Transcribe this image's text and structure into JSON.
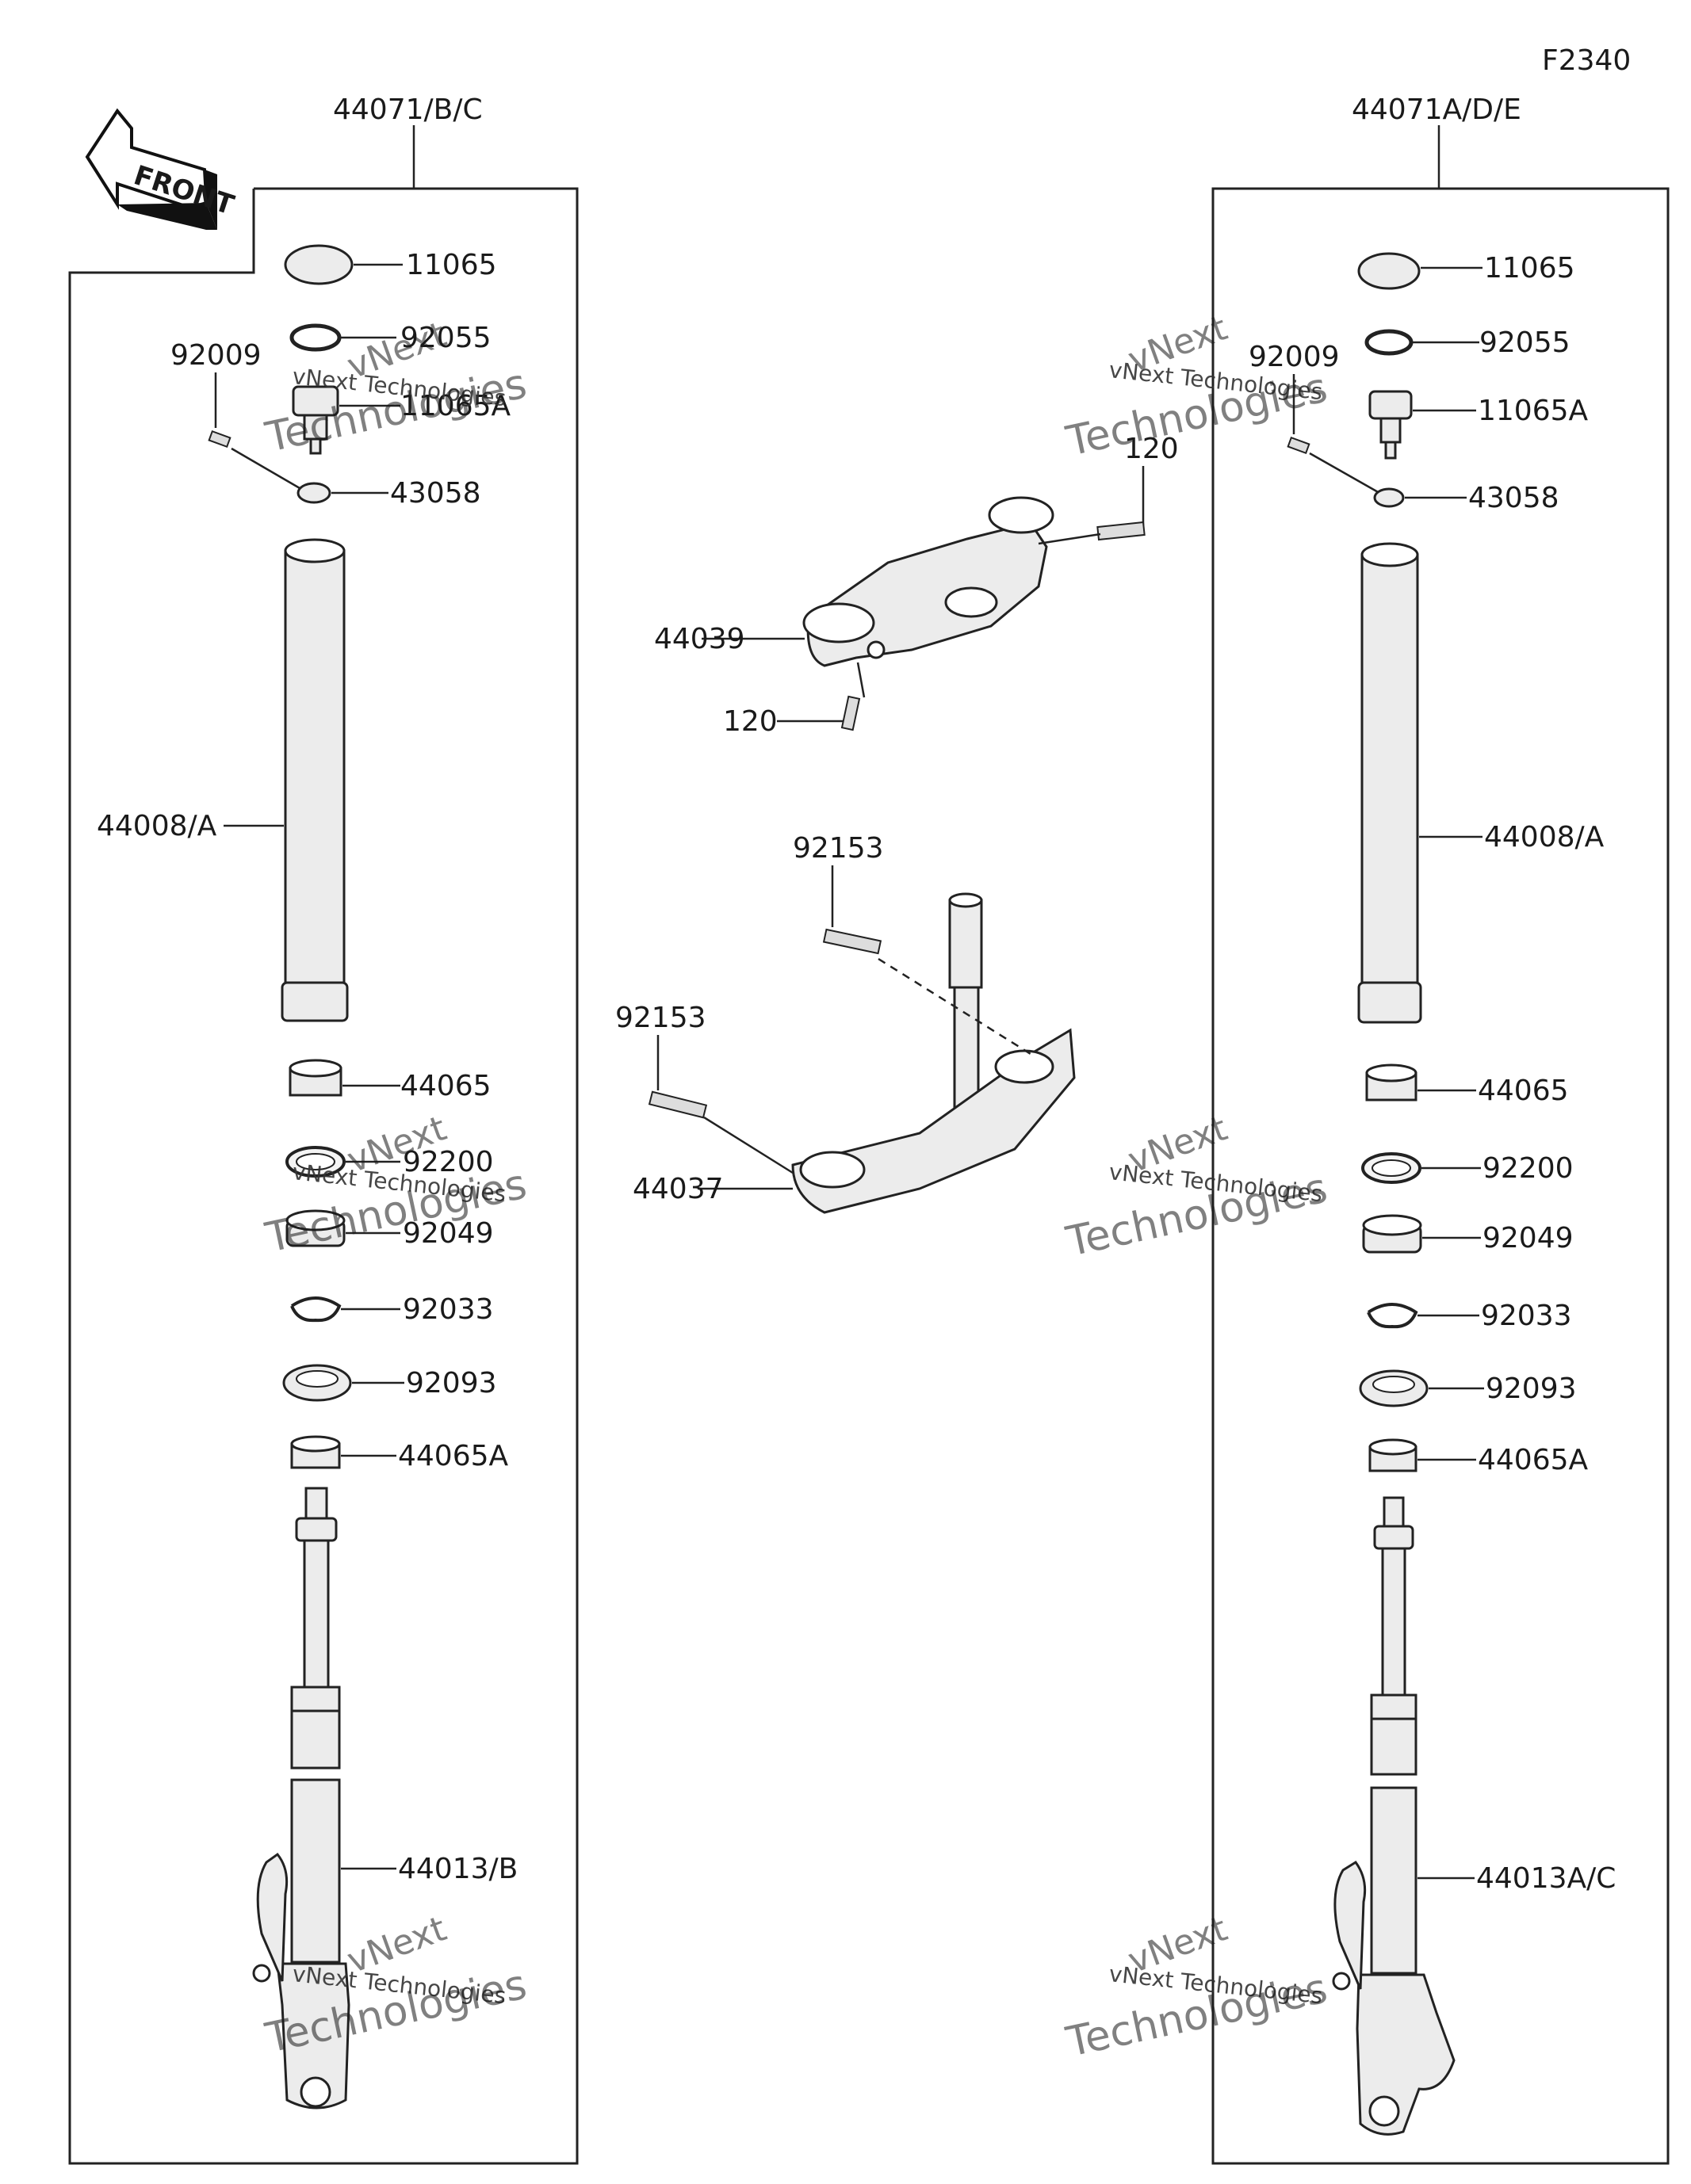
{
  "figure_code": "F2340",
  "front_arrow": {
    "label": "FRONT",
    "icon": "front-direction-arrow-icon"
  },
  "left_assembly": {
    "assembly_number": "44071/B/C",
    "parts": {
      "cap": "11065",
      "o_ring": "92055",
      "bolt_small": "92009",
      "adjuster": "11065A",
      "collar": "43058",
      "outer_tube": "44008/A",
      "bushing": "44065",
      "washer": "92200",
      "oil_seal": "92049",
      "circlip": "92033",
      "dust_seal": "92093",
      "bushing_a": "44065A",
      "inner_tube": "44013/B"
    }
  },
  "right_assembly": {
    "assembly_number": "44071A/D/E",
    "parts": {
      "cap": "11065",
      "o_ring": "92055",
      "bolt_small": "92009",
      "adjuster": "11065A",
      "collar": "43058",
      "outer_tube": "44008/A",
      "bushing": "44065",
      "washer": "92200",
      "oil_seal": "92049",
      "circlip": "92033",
      "dust_seal": "92093",
      "bushing_a": "44065A",
      "inner_tube": "44013A/C"
    }
  },
  "center": {
    "upper_bracket": "44039",
    "bolt_upper_right": "120",
    "bolt_upper_left": "120",
    "stem_bolt_top": "92153",
    "stem_bolt_left": "92153",
    "stem_bracket": "44037"
  },
  "watermark": {
    "line1": "vNext",
    "line2": "vNext Technologies",
    "line3": "Technologies"
  }
}
